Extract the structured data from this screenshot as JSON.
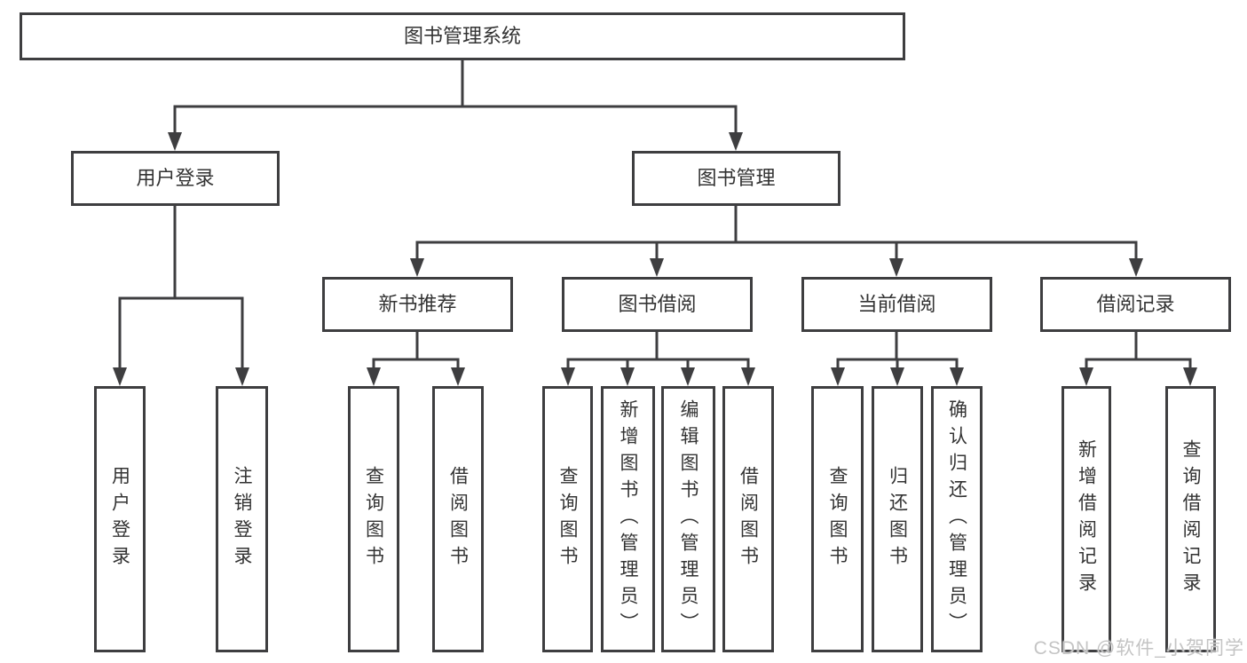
{
  "colors": {
    "line": "#3e3e40",
    "text": "#333333",
    "watermark": "#c4c4c4",
    "node_bg": "#ffffff"
  },
  "diagram": {
    "root": {
      "label": "图书管理系统"
    },
    "level2": [
      {
        "label": "用户登录"
      },
      {
        "label": "图书管理"
      }
    ],
    "level3": [
      {
        "label": "新书推荐"
      },
      {
        "label": "图书借阅"
      },
      {
        "label": "当前借阅"
      },
      {
        "label": "借阅记录"
      }
    ],
    "leaves": {
      "user_login": [
        {
          "label": "用户登录"
        },
        {
          "label": "注销登录"
        }
      ],
      "new_book_recommend": [
        {
          "label": "查询图书"
        },
        {
          "label": "借阅图书"
        }
      ],
      "book_borrow": [
        {
          "label": "查询图书"
        },
        {
          "label": "新增图书（管理员）"
        },
        {
          "label": "编辑图书（管理员）"
        },
        {
          "label": "借阅图书"
        }
      ],
      "current_borrow": [
        {
          "label": "查询图书"
        },
        {
          "label": "归还图书"
        },
        {
          "label": "确认归还（管理员）"
        }
      ],
      "borrow_records": [
        {
          "label": "新增借阅记录"
        },
        {
          "label": "查询借阅记录"
        }
      ]
    }
  },
  "watermark": {
    "text": "CSDN @软件_小贺同学"
  }
}
